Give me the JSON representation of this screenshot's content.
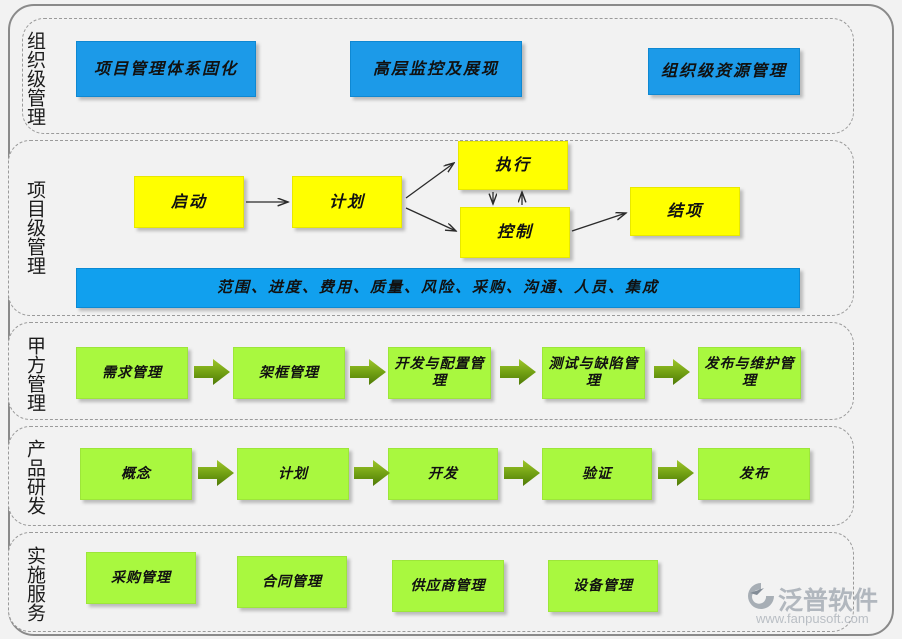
{
  "diagram": {
    "title": "",
    "colors": {
      "blue": "#1c9ae8",
      "yellow": "#ffff00",
      "green": "#a9f83f",
      "arrow_green": "#6f9e12",
      "band_border": "#9a9a9a",
      "frame_border": "#8a8a8a",
      "background": "#f2f2f2"
    },
    "bands": [
      {
        "id": "org-level",
        "label": "组织级管理",
        "boxes": [
          {
            "label": "项目管理体系固化",
            "style": "blue"
          },
          {
            "label": "高层监控及展现",
            "style": "blue"
          },
          {
            "label": "组织级资源管理",
            "style": "blue"
          }
        ]
      },
      {
        "id": "project-level",
        "label": "项目级管理",
        "boxes": [
          {
            "label": "启动",
            "style": "yellow"
          },
          {
            "label": "计划",
            "style": "yellow"
          },
          {
            "label": "执行",
            "style": "yellow"
          },
          {
            "label": "控制",
            "style": "yellow"
          },
          {
            "label": "结项",
            "style": "yellow"
          }
        ],
        "banner": "范围、进度、费用、质量、风险、采购、沟通、人员、集成",
        "flow": [
          "启动 → 计划",
          "计划 → 执行",
          "计划 → 控制",
          "执行 → 控制",
          "控制 → 执行",
          "控制 → 结项"
        ]
      },
      {
        "id": "client-side",
        "label": "甲方管理",
        "boxes": [
          {
            "label": "需求管理",
            "style": "green"
          },
          {
            "label": "架框管理",
            "style": "green"
          },
          {
            "label": "开发与配置管理",
            "style": "green"
          },
          {
            "label": "测试与缺陷管理",
            "style": "green"
          },
          {
            "label": "发布与维护管理",
            "style": "green"
          }
        ],
        "connector": "block-arrow"
      },
      {
        "id": "product-rnd",
        "label": "产品研发",
        "boxes": [
          {
            "label": "概念",
            "style": "green"
          },
          {
            "label": "计划",
            "style": "green"
          },
          {
            "label": "开发",
            "style": "green"
          },
          {
            "label": "验证",
            "style": "green"
          },
          {
            "label": "发布",
            "style": "green"
          }
        ],
        "connector": "block-arrow"
      },
      {
        "id": "implementation-service",
        "label": "实施服务",
        "boxes": [
          {
            "label": "采购管理",
            "style": "green"
          },
          {
            "label": "合同管理",
            "style": "green"
          },
          {
            "label": "供应商管理",
            "style": "green"
          },
          {
            "label": "设备管理",
            "style": "green"
          }
        ],
        "connector": "none"
      }
    ]
  },
  "watermark": {
    "brand": "泛普软件",
    "url": "www.fanpusoft.com"
  }
}
